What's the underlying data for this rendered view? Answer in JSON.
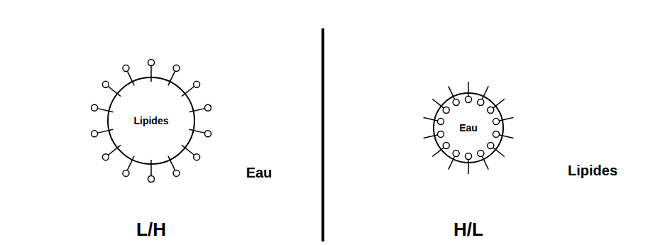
{
  "diagram": {
    "nodes": [
      {
        "text": [
          "Lipides"
        ]
      },
      {
        "text": [
          "Eau"
        ]
      }
    ],
    "labels": [
      "Eau",
      "L/H",
      "Lipides",
      "H/L"
    ]
  }
}
